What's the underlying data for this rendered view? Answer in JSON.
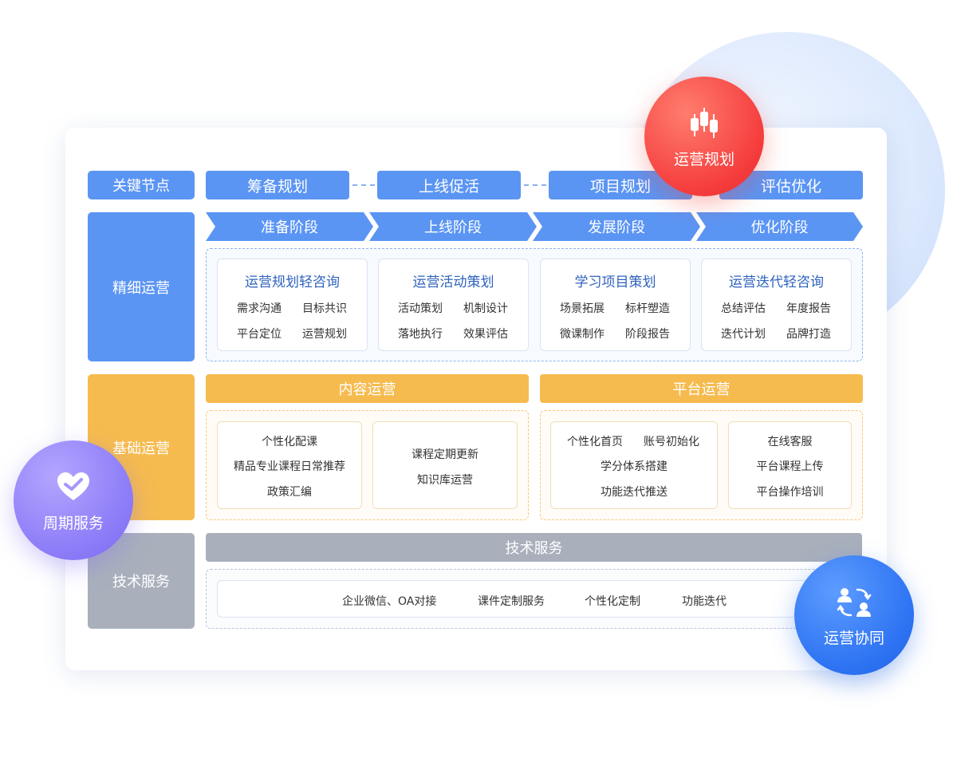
{
  "key_nodes": {
    "label": "关键节点",
    "items": [
      "筹备规划",
      "上线促活",
      "项目规划",
      "评估优化"
    ]
  },
  "fine_ops": {
    "label": "精细运营",
    "stages": [
      "准备阶段",
      "上线阶段",
      "发展阶段",
      "优化阶段"
    ],
    "cards": [
      {
        "title": "运营规划轻咨询",
        "items": [
          "需求沟通",
          "目标共识",
          "平台定位",
          "运营规划"
        ]
      },
      {
        "title": "运营活动策划",
        "items": [
          "活动策划",
          "机制设计",
          "落地执行",
          "效果评估"
        ]
      },
      {
        "title": "学习项目策划",
        "items": [
          "场景拓展",
          "标杆塑造",
          "微课制作",
          "阶段报告"
        ]
      },
      {
        "title": "运营迭代轻咨询",
        "items": [
          "总结评估",
          "年度报告",
          "迭代计划",
          "品牌打造"
        ]
      }
    ]
  },
  "base_ops": {
    "label": "基础运营",
    "content": {
      "title": "内容运营",
      "card1": [
        "个性化配课",
        "精品专业课程日常推荐",
        "政策汇编"
      ],
      "card2": [
        "课程定期更新",
        "知识库运营"
      ]
    },
    "platform": {
      "title": "平台运营",
      "card1": [
        "个性化首页",
        "账号初始化",
        "学分体系搭建",
        "功能迭代推送"
      ],
      "card2": [
        "在线客服",
        "平台课程上传",
        "平台操作培训"
      ]
    }
  },
  "tech": {
    "label": "技术服务",
    "bar": "技术服务",
    "items": [
      "企业微信、OA对接",
      "课件定制服务",
      "个性化定制",
      "功能迭代"
    ]
  },
  "badges": {
    "red": {
      "label": "运营规划",
      "icon": "candlestick-icon"
    },
    "purple": {
      "label": "周期服务",
      "icon": "heart-icon"
    },
    "blue": {
      "label": "运营协同",
      "icon": "users-swap-icon"
    }
  },
  "colors": {
    "blue": "#5b95f3",
    "orange": "#f6bb4f",
    "gray": "#a9b0bc",
    "red_badge": "#f53c3c",
    "purple_badge": "#8d7df8",
    "blue_badge": "#2f74f3"
  }
}
